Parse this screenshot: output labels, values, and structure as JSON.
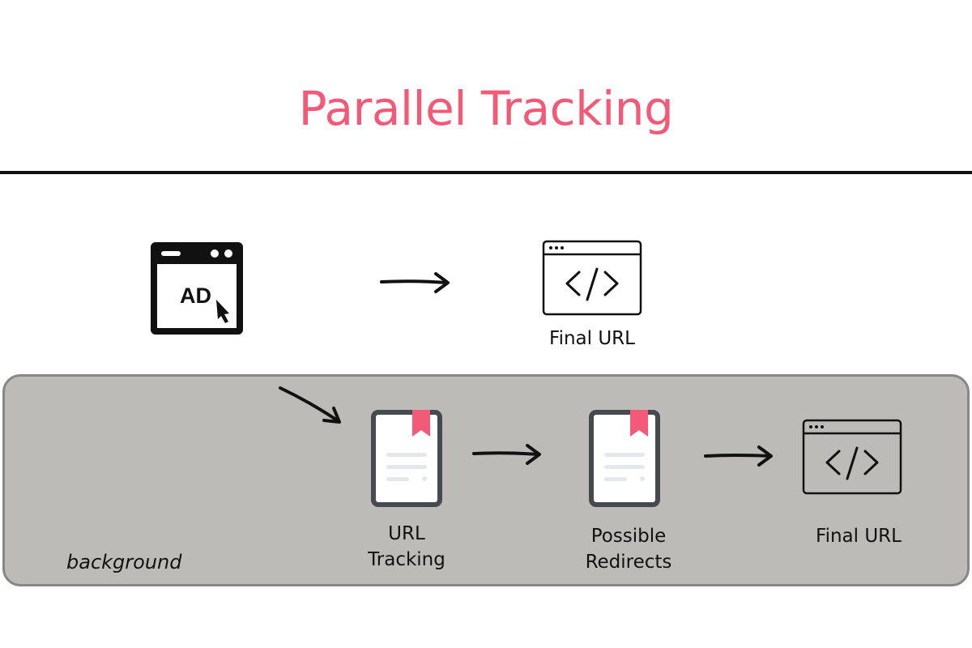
{
  "title": "Parallel Tracking",
  "colors": {
    "accent": "#f25a78",
    "background_panel": "#bcbbb8",
    "panel_border": "#878787",
    "doc_frame": "#454950",
    "doc_lines": "#e4e7ec"
  },
  "ad_icon": {
    "text": "AD"
  },
  "top_flow": {
    "final_label": "Final URL"
  },
  "background": {
    "label": "background",
    "steps": [
      {
        "label_line1": "URL",
        "label_line2": "Tracking"
      },
      {
        "label_line1": "Possible",
        "label_line2": "Redirects"
      },
      {
        "label": "Final URL"
      }
    ]
  },
  "icons": [
    "ad-browser-icon",
    "code-window-icon",
    "document-bookmark-icon",
    "arrow-icon"
  ]
}
